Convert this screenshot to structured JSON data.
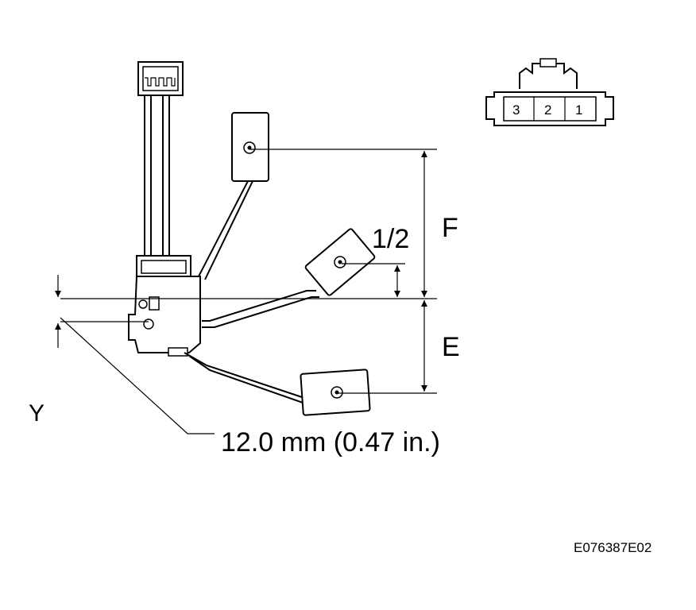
{
  "labels": {
    "f": "F",
    "e": "E",
    "half": "1/2",
    "y": "Y",
    "measurement": "12.0 mm (0.47 in.)",
    "figure_code": "E076387E02"
  },
  "connector": {
    "pins": [
      "3",
      "2",
      "1"
    ]
  }
}
